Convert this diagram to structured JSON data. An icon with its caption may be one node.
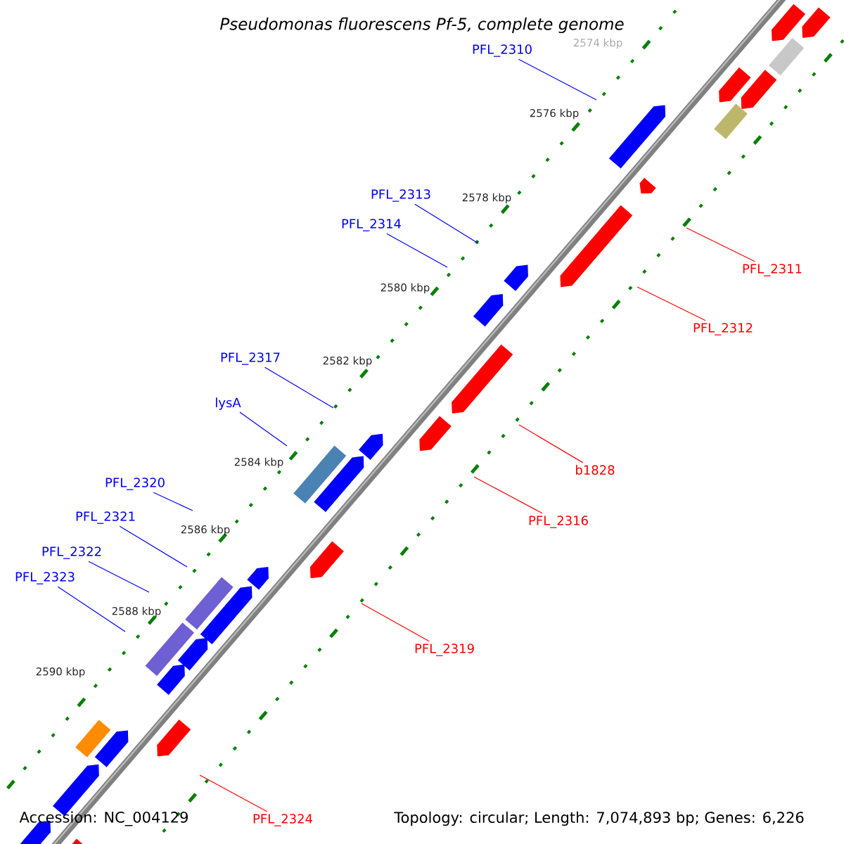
{
  "diagram": {
    "title": "Pseudomonas fluorescens Pf-5, complete genome",
    "nodes": [
      {
        "text": [
          "PFL_2310"
        ]
      },
      {
        "text": [
          "PFL_2313"
        ]
      },
      {
        "text": [
          "PFL_2314"
        ]
      },
      {
        "text": [
          "PFL_2311"
        ]
      },
      {
        "text": [
          "PFL_2312"
        ]
      },
      {
        "text": [
          "PFL_2317"
        ]
      },
      {
        "text": [
          "lysA"
        ]
      },
      {
        "text": [
          "b1828"
        ]
      },
      {
        "text": [
          "PFL_2320"
        ]
      },
      {
        "text": [
          "PFL_2316"
        ]
      },
      {
        "text": [
          "PFL_2321"
        ]
      },
      {
        "text": [
          "PFL_2322"
        ]
      },
      {
        "text": [
          "PFL_2323"
        ]
      },
      {
        "text": [
          "PFL_2319"
        ]
      },
      {
        "text": [
          "PFL_2324"
        ]
      }
    ],
    "edges": [
      {
        "from": 0,
        "to": null,
        "arrow": "none"
      },
      {
        "from": 1,
        "to": null,
        "arrow": "none"
      },
      {
        "from": 2,
        "to": null,
        "arrow": "none"
      },
      {
        "from": 3,
        "to": null,
        "arrow": "none",
        "color": "#ff0000"
      },
      {
        "from": 4,
        "to": null,
        "arrow": "none",
        "color": "#ff0000"
      },
      {
        "from": 5,
        "to": null,
        "arrow": "none"
      },
      {
        "from": 6,
        "to": null,
        "arrow": "none"
      },
      {
        "from": 7,
        "to": null,
        "arrow": "none",
        "color": "#ff0000"
      },
      {
        "from": 8,
        "to": null,
        "arrow": "none"
      },
      {
        "from": 9,
        "to": null,
        "arrow": "none",
        "color": "#ff0000"
      },
      {
        "from": 10,
        "to": null,
        "arrow": "none"
      },
      {
        "from": 11,
        "to": null,
        "arrow": "none"
      },
      {
        "from": 12,
        "to": null,
        "arrow": "none"
      },
      {
        "from": 13,
        "to": null,
        "arrow": "none",
        "color": "#ff0000"
      },
      {
        "from": 14,
        "to": null,
        "arrow": "none",
        "color": "#ff0000"
      }
    ],
    "labels": [
      "2574 kbp",
      "2576 kbp",
      "2578 kbp",
      "2580 kbp",
      "2582 kbp",
      "2584 kbp",
      "2586 kbp",
      "2588 kbp",
      "2590 kbp",
      "Accession: NC_004129",
      "Topology: circular; Length: 7,074,893 bp; Genes: 6,226"
    ]
  }
}
